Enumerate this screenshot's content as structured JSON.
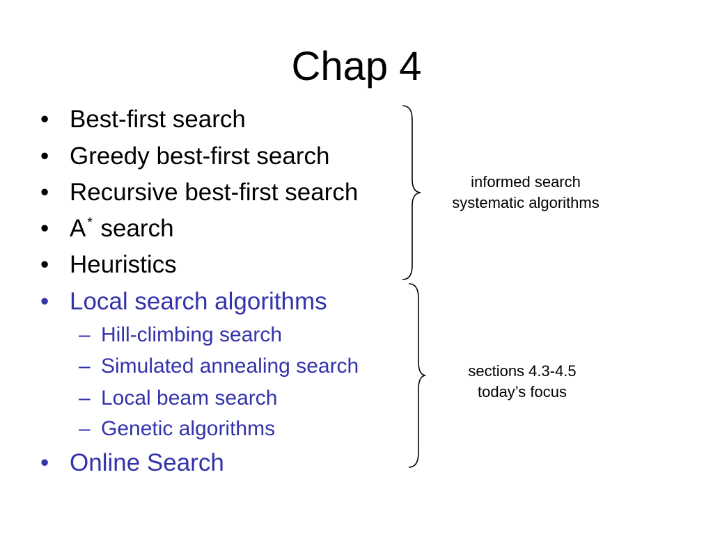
{
  "slide": {
    "title": "Chap 4",
    "bullet_marker": "•",
    "dash_marker": "–",
    "items": [
      {
        "text": "Best-first search"
      },
      {
        "text": "Greedy best-first search"
      },
      {
        "text": "Recursive best-first search"
      },
      {
        "text_before": "A",
        "superscript": "*",
        "text_after": " search"
      },
      {
        "text": "Heuristics"
      },
      {
        "text": "Local search algorithms"
      },
      {
        "text": "Hill-climbing search"
      },
      {
        "text": "Simulated annealing search"
      },
      {
        "text": "Local beam search"
      },
      {
        "text": "Genetic algorithms"
      },
      {
        "text": "Online Search"
      }
    ],
    "notes": {
      "group1": {
        "line1": "informed search",
        "line2": "systematic algorithms"
      },
      "group2": {
        "line1": "sections 4.3-4.5",
        "line2": "today’s focus"
      }
    },
    "colors": {
      "text": "#000000",
      "accent": "#3333aa",
      "background": "#ffffff"
    }
  }
}
